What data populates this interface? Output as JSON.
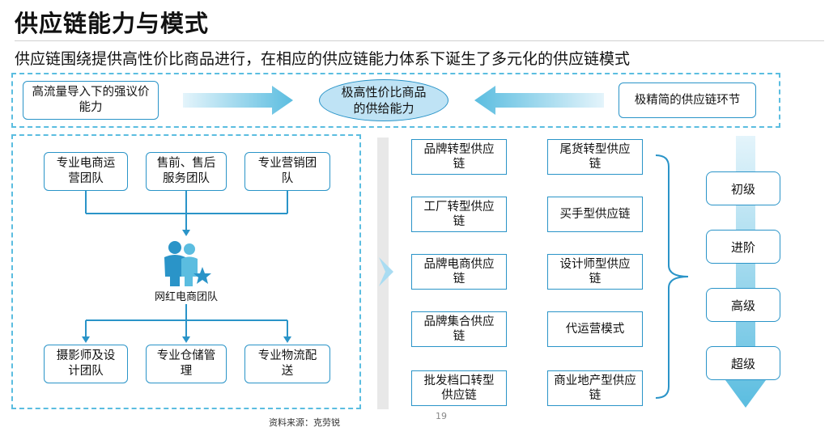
{
  "title": "供应链能力与模式",
  "subtitle": "供应链围绕提供高性价比商品进行，在相应的供应链能力体系下诞生了多元化的供应链模式",
  "top_row": {
    "left": "高流量导入下的强议价能力",
    "center": "极高性价比商品的供给能力",
    "right": "极精简的供应链环节"
  },
  "teams": {
    "top": [
      "专业电商运营团队",
      "售前、售后服务团队",
      "专业营销团队"
    ],
    "center_label": "网红电商团队",
    "bottom": [
      "摄影师及设计团队",
      "专业仓储管理",
      "专业物流配送"
    ]
  },
  "supply_chains": {
    "left_column": [
      "品牌转型供应链",
      "工厂转型供应链",
      "品牌电商供应链",
      "品牌集合供应链",
      "批发档口转型供应链"
    ],
    "right_column": [
      "尾货转型供应链",
      "买手型供应链",
      "设计师型供应链",
      "代运营模式",
      "商业地产型供应链"
    ]
  },
  "stages": [
    "初级",
    "进阶",
    "高级",
    "超级"
  ],
  "source": "资料来源：克劳锐",
  "page_number": "19",
  "colors": {
    "accent": "#2a94c8",
    "dash": "#5bbde0",
    "oval_fill": "#bfe3f5",
    "arrow": "#9fd6ef"
  }
}
